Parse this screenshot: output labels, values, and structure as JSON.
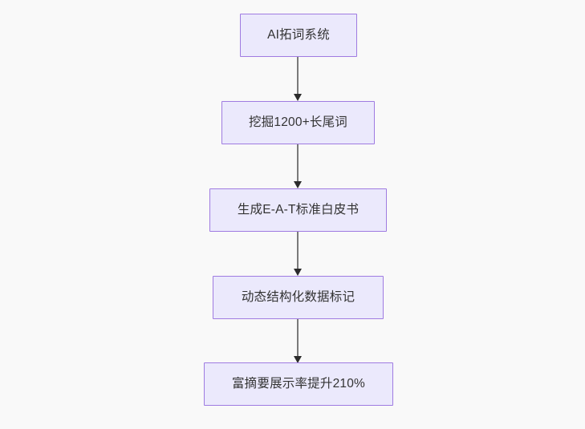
{
  "diagram": {
    "type": "flowchart",
    "orientation": "top-to-bottom",
    "background_color": "#f9f9f9",
    "node_fill_color": "#ebe9fc",
    "node_border_color": "#9f7be1",
    "node_text_color": "#333333",
    "edge_color": "#7a7a7a",
    "arrowhead_color": "#2b2b2b",
    "nodes": [
      {
        "id": "n1",
        "label": "AI拓词系统"
      },
      {
        "id": "n2",
        "label": "挖掘1200+长尾词"
      },
      {
        "id": "n3",
        "label": "生成E-A-T标准白皮书"
      },
      {
        "id": "n4",
        "label": "动态结构化数据标记"
      },
      {
        "id": "n5",
        "label": "富摘要展示率提升210%"
      }
    ],
    "edges": [
      {
        "from": "n1",
        "to": "n2",
        "label": ""
      },
      {
        "from": "n2",
        "to": "n3",
        "label": ""
      },
      {
        "from": "n3",
        "to": "n4",
        "label": ""
      },
      {
        "from": "n4",
        "to": "n5",
        "label": ""
      }
    ]
  }
}
